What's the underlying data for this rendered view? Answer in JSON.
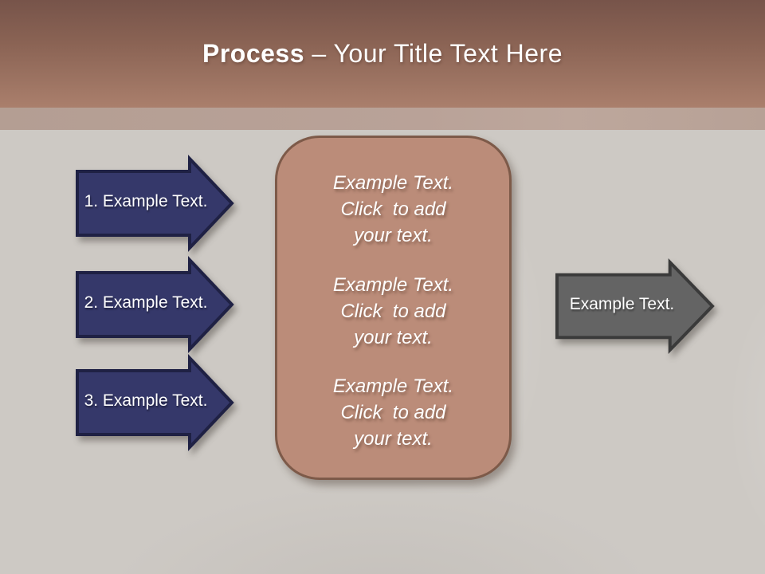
{
  "header": {
    "title_bold": "Process",
    "title_rest": " – Your Title Text Here"
  },
  "steps": [
    {
      "label": "1. Example Text."
    },
    {
      "label": "2. Example Text."
    },
    {
      "label": "3. Example Text."
    }
  ],
  "panel": {
    "blocks": [
      "Example Text.\nClick  to add\nyour text.",
      "Example Text.\nClick  to add\nyour text.",
      "Example Text.\nClick  to add\nyour text."
    ]
  },
  "output_arrow": {
    "label": "Example Text."
  },
  "colors": {
    "header_gradient_top": "#77544a",
    "header_gradient_bottom": "#aa7f6c",
    "accent_band": "#b7a196",
    "background": "#cdc9c4",
    "step_arrow_fill": "#35386a",
    "step_arrow_border": "#1f2144",
    "panel_fill": "#bb8c79",
    "panel_border": "#7d5a49",
    "output_arrow_fill": "#646464",
    "output_arrow_border": "#3a3a3a",
    "text": "#ffffff"
  }
}
